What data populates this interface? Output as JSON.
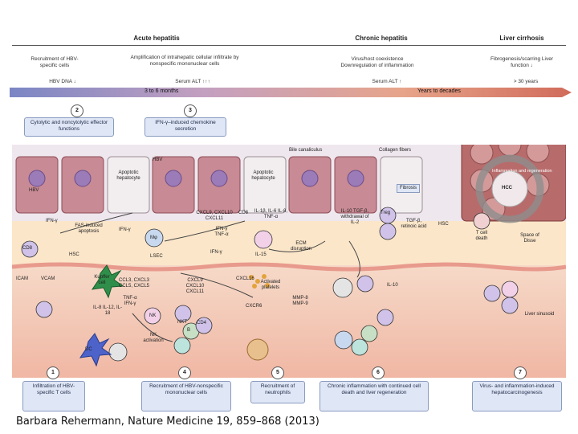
{
  "phases": {
    "acute": "Acute hepatitis",
    "chronic": "Chronic hepatitis",
    "cirrhosis": "Liver cirrhosis"
  },
  "phase_details": {
    "acute_left": "Recruitment of HBV-specific cells",
    "acute_right": "Amplification of intrahepatic cellular infiltrate by nonspecific mononuclear cells",
    "chronic": "Virus/host coexistence Downregulation of inflammation",
    "cirrhosis": "Fibrogenesis/scarring Liver function ↓"
  },
  "markers": {
    "hbv_dna": "HBV DNA ↓",
    "serum_alt_acute": "Serum ALT ↑↑↑",
    "serum_alt_chronic": "Serum ALT ↑",
    "years": "> 30 years"
  },
  "timeline": {
    "short": "3 to 6 months",
    "long": "Years to decades"
  },
  "top_boxes": {
    "box2": "Cytolytic and noncytolytic effector functions",
    "box3": "IFN-γ–induced chemokine secretion",
    "num2": "2",
    "num3": "3"
  },
  "labels": {
    "bile": "Bile canaliculus",
    "collagen": "Collagen fibers",
    "fibrosis": "Fibrosis",
    "apoptotic1": "Apoptotic hepatocyte",
    "apoptotic2": "Apoptotic hepatocyte",
    "hbv1": "HBV",
    "hbv2": "HBV",
    "hcc": "HCC",
    "hsc1": "HSC",
    "hsc2": "HSC",
    "inflam_ring": "Inflammation and regeneration",
    "space_disse": "Space of Disse",
    "liver_sinusoid": "Liver sinusoid",
    "t_cell_death": "T cell death",
    "cd8": "CD8",
    "cd4": "CD4",
    "nk": "NK",
    "nkt": "NKT",
    "treg": "Treg",
    "b": "B",
    "mphi": "Mφ",
    "dc": "DC",
    "kupffer": "Kupffer cell",
    "lsec": "LSEC",
    "icam": "ICAM",
    "vcam": "VCAM",
    "ifn_g": "IFN-γ",
    "fas": "FAS-induced apoptosis",
    "tnf": "IFN-γ TNF-α",
    "cxcl": "CXCL9, CXCL10 CXCL11",
    "il1b": "IL-1β, IL-6 IL-8, TNF-α",
    "il10": "IL-10 TGF-β, withdrawal of IL-2",
    "tgfb": "TGF-β, retinoic acid",
    "ecm": "ECM disruption",
    "il15": "IL-15",
    "ccl": "CCL3, CXCL3 CCL5, CXCL5",
    "cxcl9": "CXCL9 CXCL10 CXCL11",
    "cxcl16": "CXCL16",
    "cxcr6": "CXCR6",
    "platelets": "Activated platelets",
    "mmp": "MMP-8 MMP-9",
    "il8": "IL-8 IL-12, IL-18",
    "tnf2": "TNF-α IFN-γ",
    "nk_act": "NK activation",
    "il10b": "IL-10"
  },
  "bottom_boxes": {
    "b1": "Infiltration of HBV-specific T cells",
    "b4": "Recruitment of HBV-nonspecific mononuclear cells",
    "b5": "Recruitment of neutrophils",
    "b6": "Chronic inflammation with continued cell death and liver regeneration",
    "b7": "Virus- and inflammation-induced hepatocarcinogenesis",
    "n1": "1",
    "n4": "4",
    "n5": "5",
    "n6": "6",
    "n7": "7"
  },
  "citation": "Barbara Rehermann, Nature Medicine 19, 859–868 (2013)"
}
